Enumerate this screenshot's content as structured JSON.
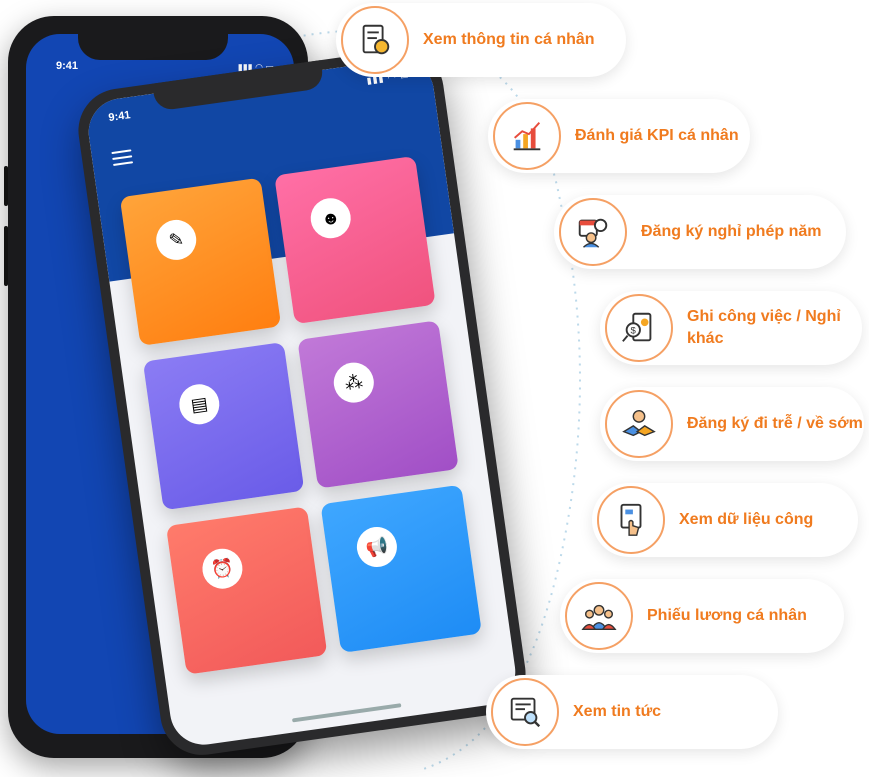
{
  "phone_back": {
    "time": "9:41"
  },
  "phone_front": {
    "time": "9:41"
  },
  "features": [
    {
      "label": "Xem thông tin cá nhân",
      "icon": "profile-document-icon"
    },
    {
      "label": "Đánh giá KPI cá nhân",
      "icon": "kpi-chart-icon"
    },
    {
      "label": "Đăng ký nghỉ phép năm",
      "icon": "leave-calendar-icon"
    },
    {
      "label": "Ghi công việc / Nghỉ khác",
      "icon": "work-log-icon"
    },
    {
      "label": "Đăng ký đi trễ / về sớm",
      "icon": "handshake-icon"
    },
    {
      "label": "Xem dữ liệu công",
      "icon": "timesheet-touch-icon"
    },
    {
      "label": "Phiếu lương cá nhân",
      "icon": "payroll-team-icon"
    },
    {
      "label": "Xem tin tức",
      "icon": "news-search-icon"
    }
  ],
  "colors": {
    "accent": "#f07b1f",
    "badge_border": "#f5a064",
    "app_header": "#1147a4"
  }
}
